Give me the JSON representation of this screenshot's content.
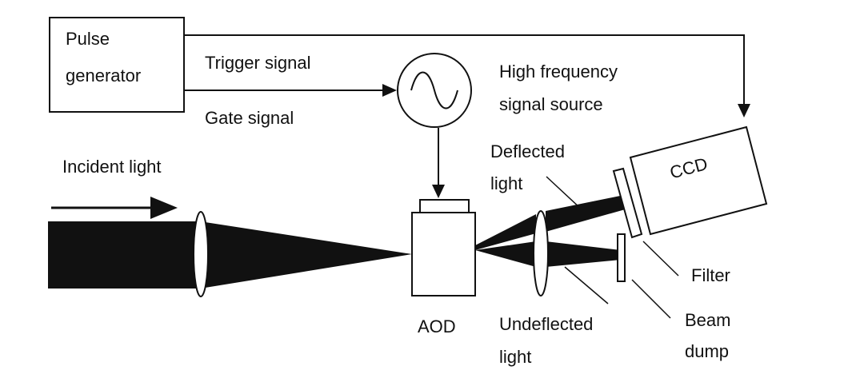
{
  "labels": {
    "pulse_generator_line1": "Pulse",
    "pulse_generator_line2": "generator",
    "trigger_signal": "Trigger signal",
    "gate_signal": "Gate signal",
    "hf_source_line1": "High frequency",
    "hf_source_line2": "signal source",
    "incident_light": "Incident light",
    "deflected_line1": "Deflected",
    "deflected_line2": "light",
    "ccd": "CCD",
    "filter": "Filter",
    "aod": "AOD",
    "undeflected_line1": "Undeflected",
    "undeflected_line2": "light",
    "beam_dump_line1": "Beam",
    "beam_dump_line2": "dump"
  },
  "colors": {
    "ink": "#111111",
    "background": "#ffffff"
  }
}
